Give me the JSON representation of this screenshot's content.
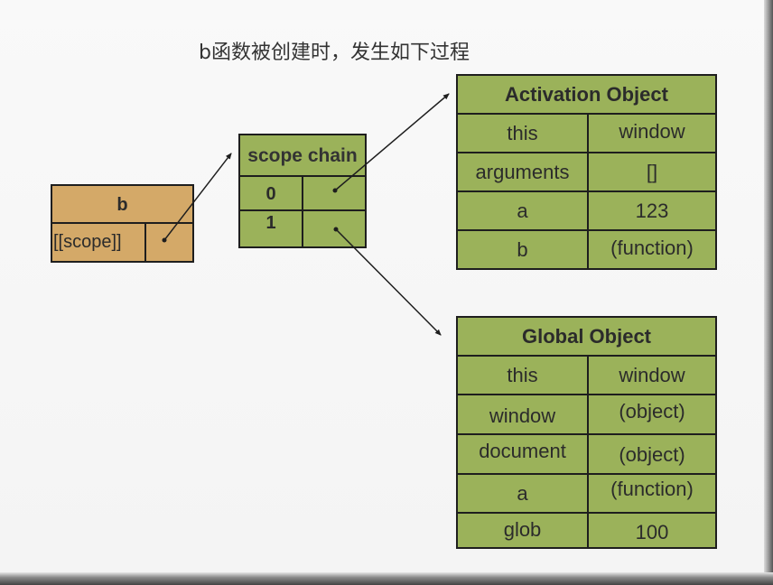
{
  "title": "b函数被创建时，发生如下过程",
  "b_box": {
    "header": "b",
    "scope_label": "[[scope]]"
  },
  "scope_chain": {
    "header": "scope chain",
    "rows": [
      "0",
      "1"
    ]
  },
  "activation_object": {
    "header": "Activation Object",
    "rows": [
      {
        "key": "this",
        "value": "window"
      },
      {
        "key": "arguments",
        "value": "[]"
      },
      {
        "key": "a",
        "value": "123"
      },
      {
        "key": "b",
        "value": "(function)"
      }
    ]
  },
  "global_object": {
    "header": "Global Object",
    "rows": [
      {
        "key": "this",
        "value": "window"
      },
      {
        "key": "window",
        "value": "(object)"
      },
      {
        "key": "document",
        "value": "(object)"
      },
      {
        "key": "a",
        "value": "(function)"
      },
      {
        "key": "glob",
        "value": "100"
      }
    ]
  },
  "colors": {
    "b_box_fill": "#d4a968",
    "object_fill": "#9bb25a",
    "border": "#1e1e1e"
  }
}
